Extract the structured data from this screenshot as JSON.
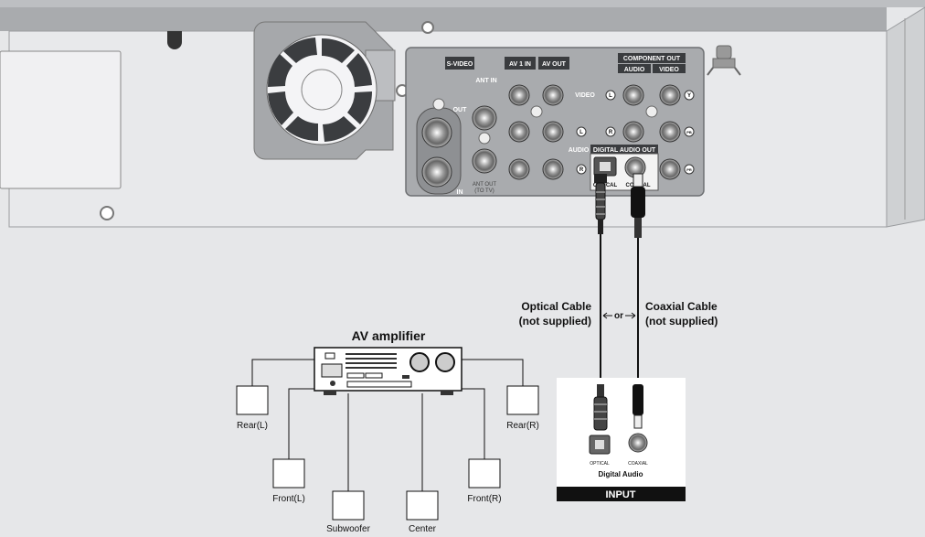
{
  "panel": {
    "svideo": "S-VIDEO",
    "av1in": "AV 1 IN",
    "avout": "AV OUT",
    "component_out": "COMPONENT OUT",
    "audio": "AUDIO",
    "video": "VIDEO",
    "ant_in": "ANT IN",
    "ant_out": "ANT OUT",
    "to_tv": "(TO TV)",
    "out": "OUT",
    "in": "IN",
    "row_video": "VIDEO",
    "row_audio": "AUDIO",
    "digital_audio_out": "DIGITAL AUDIO OUT",
    "optical": "OPTICAL",
    "coaxial": "COAXIAL",
    "marks": {
      "l": "L",
      "r": "R",
      "y": "Y",
      "pb": "PB",
      "pr": "PR"
    }
  },
  "cables": {
    "optical_line1": "Optical Cable",
    "optical_line2": "(not supplied)",
    "or": "or",
    "coaxial_line1": "Coaxial Cable",
    "coaxial_line2": "(not supplied)"
  },
  "amplifier": {
    "title": "AV amplifier",
    "speakers": {
      "rear_l": "Rear(L)",
      "front_l": "Front(L)",
      "subwoofer": "Subwoofer",
      "center": "Center",
      "front_r": "Front(R)",
      "rear_r": "Rear(R)"
    }
  },
  "input_box": {
    "optical": "OPTICAL",
    "coaxial": "COAXIAL",
    "digital_audio": "Digital Audio",
    "input": "INPUT"
  }
}
